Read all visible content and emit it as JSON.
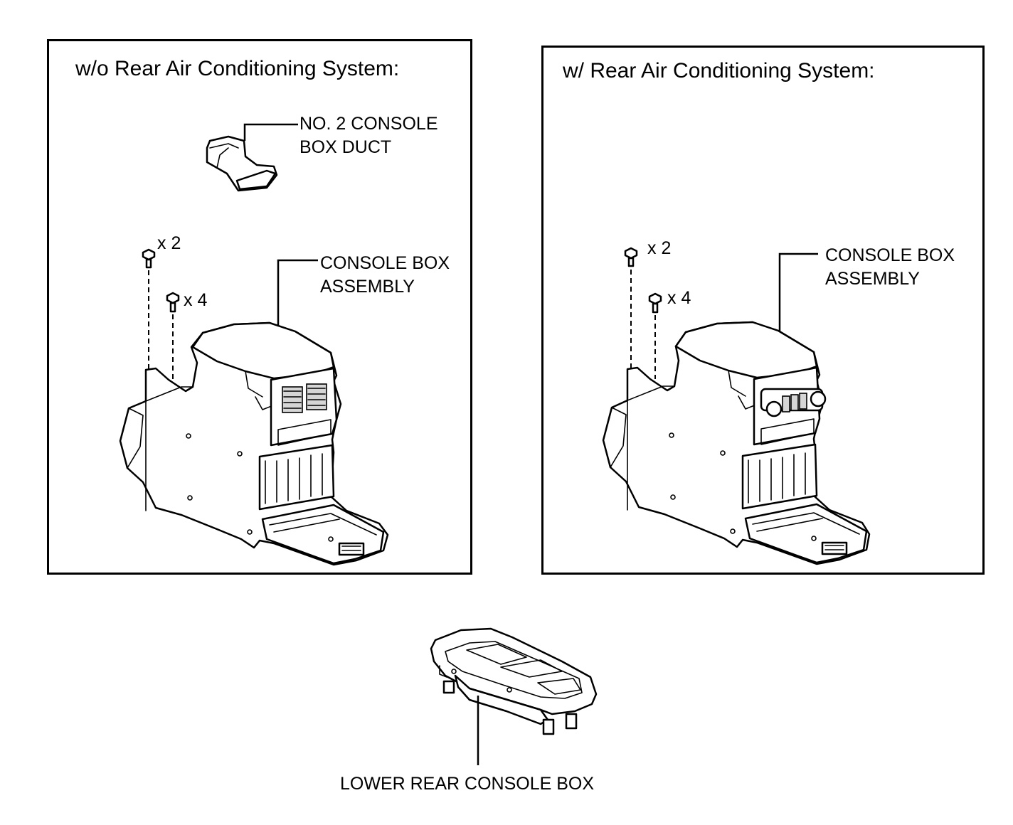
{
  "panels": {
    "left": {
      "title": "w/o Rear Air Conditioning System:",
      "duct_label_line1": "NO. 2 CONSOLE",
      "duct_label_line2": "BOX DUCT",
      "console_label_line1": "CONSOLE BOX",
      "console_label_line2": "ASSEMBLY",
      "screw_qty_a": "x 2",
      "screw_qty_b": "x 4"
    },
    "right": {
      "title": "w/ Rear Air Conditioning System:",
      "console_label_line1": "CONSOLE BOX",
      "console_label_line2": "ASSEMBLY",
      "screw_qty_a": "x 2",
      "screw_qty_b": "x 4"
    }
  },
  "lower": {
    "label": "LOWER REAR CONSOLE BOX"
  }
}
